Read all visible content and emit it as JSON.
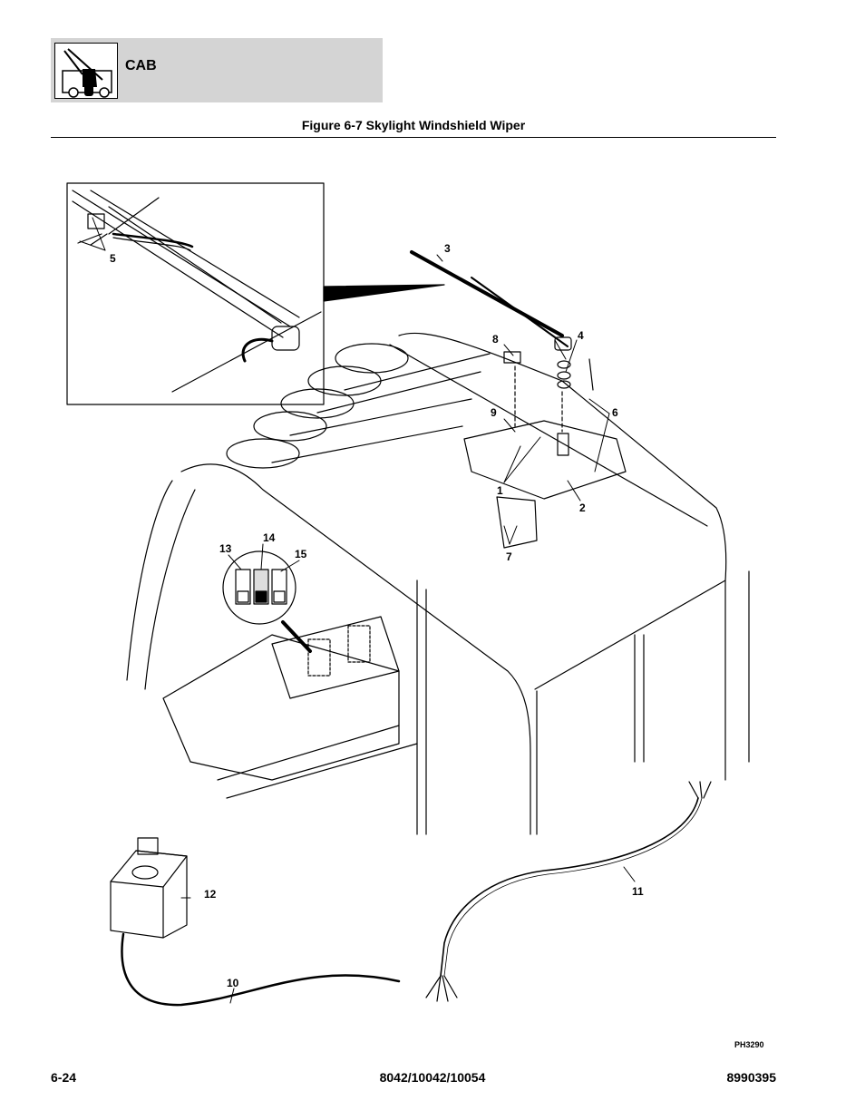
{
  "header": {
    "section": "CAB",
    "icon": "telehandler-icon"
  },
  "figure": {
    "title": "Figure 6-7 Skylight Windshield Wiper",
    "photo_id": "PH3290"
  },
  "callouts": {
    "c1": "1",
    "c2": "2",
    "c3": "3",
    "c4": "4",
    "c5": "5",
    "c6": "6",
    "c7": "7",
    "c8": "8",
    "c9": "9",
    "c10": "10",
    "c11": "11",
    "c12": "12",
    "c13": "13",
    "c14": "14",
    "c15": "15"
  },
  "footer": {
    "page_number": "6-24",
    "models": "8042/10042/10054",
    "part_number": "8990395"
  }
}
